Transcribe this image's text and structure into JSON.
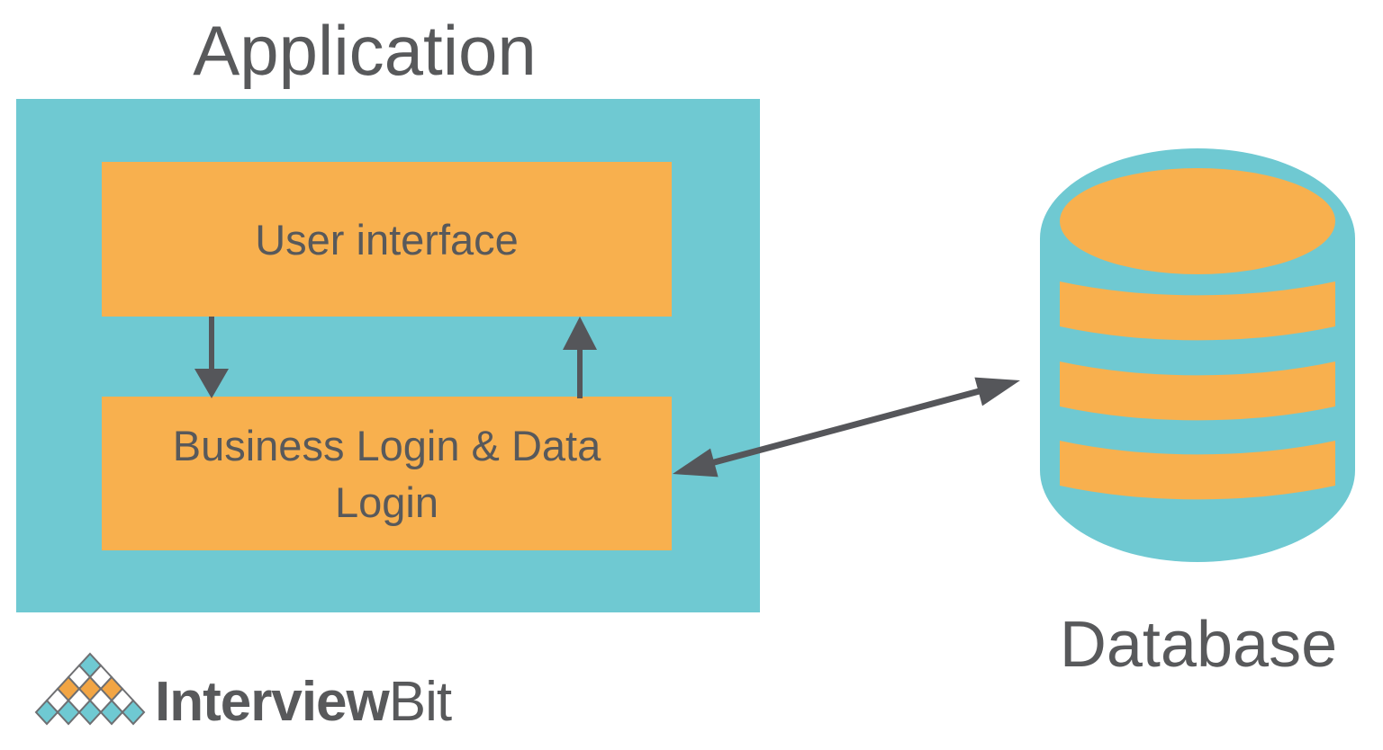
{
  "title": "Application",
  "application": {
    "user_interface_label": "User interface",
    "business_label": "Business Login & Data Login",
    "business_label_lines": [
      "Business Login & Data",
      "Login"
    ]
  },
  "database": {
    "label": "Database"
  },
  "logo": {
    "bold": "Interview",
    "light": "Bit"
  },
  "icons": {
    "database": "database-cylinder-icon",
    "ui_to_business": "down-arrow-icon",
    "business_to_ui": "up-arrow-icon",
    "business_to_database": "double-headed-arrow-icon",
    "brand": "diamond-pyramid-icon"
  },
  "colors": {
    "teal": "#6FC9D2",
    "orange": "#F8B04E",
    "logo_orange": "#F2A544",
    "logo_teal": "#6FC9D2",
    "logo_white": "#FFFFFF",
    "text_gray": "#58595B",
    "arrow_gray": "#55565A",
    "diamond_outline": "#6E6F72",
    "background": "#FFFFFF"
  }
}
